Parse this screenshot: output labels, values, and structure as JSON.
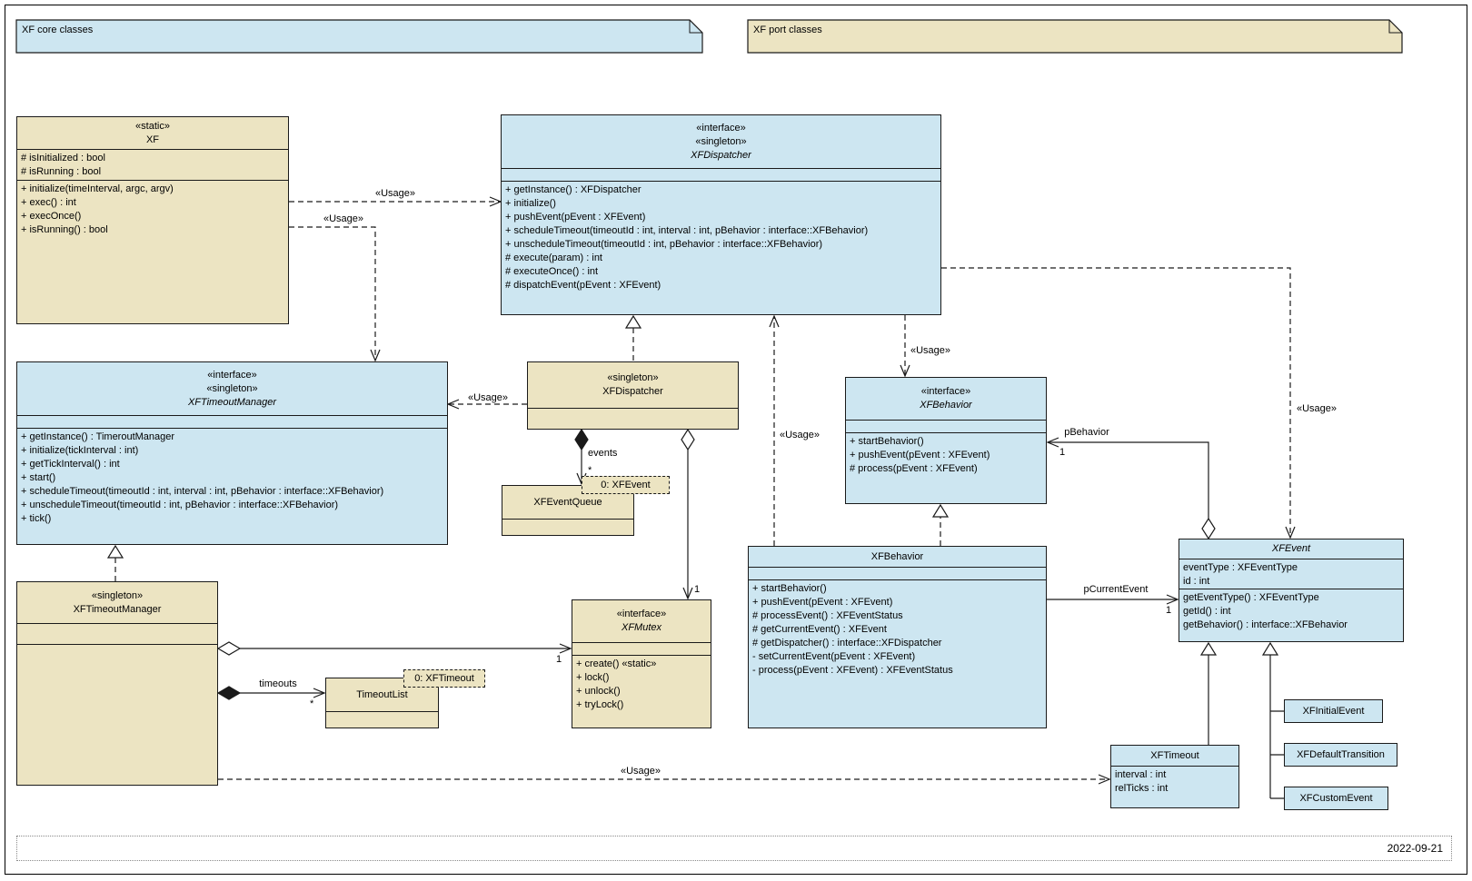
{
  "page": {
    "date": "2022-09-21"
  },
  "colors": {
    "core_fill": "#cde6f1",
    "port_fill": "#ece4c2",
    "line": "#1a1a1a"
  },
  "notes": {
    "core": {
      "label": "XF core classes"
    },
    "port": {
      "label": "XF port classes"
    },
    "event_object": {
      "label": "0: XFEvent"
    },
    "timeout_object": {
      "label": "0: XFTimeout"
    }
  },
  "classes": [
    {
      "id": "xf",
      "palette": "port",
      "stereotypes": [
        "«static»"
      ],
      "name": "XF",
      "abstract": false,
      "attributes": [
        "# isInitialized : bool",
        "# isRunning : bool"
      ],
      "methods": [
        "+ initialize(timeInterval, argc, argv)",
        "+ exec() : int",
        "+ execOnce()",
        "+ isRunning() : bool"
      ]
    },
    {
      "id": "xfdispatcher_if",
      "palette": "core",
      "stereotypes": [
        "«interface»",
        "«singleton»"
      ],
      "name": "XFDispatcher",
      "abstract": true,
      "attributes": [],
      "methods": [
        "+ getInstance() : XFDispatcher",
        "+ initialize()",
        "+ pushEvent(pEvent : XFEvent)",
        "+ scheduleTimeout(timeoutId : int, interval : int, pBehavior : interface::XFBehavior)",
        "+ unscheduleTimeout(timeoutId : int, pBehavior : interface::XFBehavior)",
        "# execute(param) : int",
        "# executeOnce() : int",
        "# dispatchEvent(pEvent : XFEvent)"
      ]
    },
    {
      "id": "xftimeoutmanager_if",
      "palette": "core",
      "stereotypes": [
        "«interface»",
        "«singleton»"
      ],
      "name": "XFTimeoutManager",
      "abstract": true,
      "attributes": [],
      "methods": [
        "+ getInstance() : TimeroutManager",
        "+ initialize(tickInterval : int)",
        "+ getTickInterval() : int",
        "+ start()",
        "+ scheduleTimeout(timeoutId : int, interval : int, pBehavior : interface::XFBehavior)",
        "+ unscheduleTimeout(timeoutId : int, pBehavior : interface::XFBehavior)",
        "+ tick()"
      ]
    },
    {
      "id": "xfdispatcher_impl",
      "palette": "port",
      "stereotypes": [
        "«singleton»"
      ],
      "name": "XFDispatcher",
      "abstract": false,
      "attributes": [],
      "methods": null
    },
    {
      "id": "xfeventqueue",
      "palette": "port",
      "stereotypes": [],
      "name": "XFEventQueue",
      "abstract": false,
      "attributes": [],
      "methods": null
    },
    {
      "id": "xfbehavior_if",
      "palette": "core",
      "stereotypes": [
        "«interface»"
      ],
      "name": "XFBehavior",
      "abstract": true,
      "attributes": [],
      "methods": [
        "+ startBehavior()",
        "+ pushEvent(pEvent : XFEvent)",
        "# process(pEvent : XFEvent)"
      ]
    },
    {
      "id": "xfbehavior_impl",
      "palette": "core",
      "stereotypes": [],
      "name": "XFBehavior",
      "abstract": false,
      "attributes": [],
      "methods": [
        "+ startBehavior()",
        "+ pushEvent(pEvent : XFEvent)",
        "# processEvent() : XFEventStatus",
        "# getCurrentEvent() : XFEvent",
        "# getDispatcher() : interface::XFDispatcher",
        "- setCurrentEvent(pEvent : XFEvent)",
        "- process(pEvent : XFEvent) : XFEventStatus"
      ]
    },
    {
      "id": "xfmutex",
      "palette": "port",
      "stereotypes": [
        "«interface»"
      ],
      "name": "XFMutex",
      "abstract": true,
      "attributes": [],
      "methods": [
        "+ create() «static»",
        "+ lock()",
        "+ unlock()",
        "+ tryLock()"
      ]
    },
    {
      "id": "xftimeoutmanager_impl",
      "palette": "port",
      "stereotypes": [
        "«singleton»"
      ],
      "name": "XFTimeoutManager",
      "abstract": false,
      "attributes": [],
      "methods": []
    },
    {
      "id": "timeoutlist",
      "palette": "port",
      "stereotypes": [],
      "name": "TimeoutList",
      "abstract": false,
      "attributes": [],
      "methods": null
    },
    {
      "id": "xfevent",
      "palette": "core",
      "stereotypes": [],
      "name": "XFEvent",
      "abstract": true,
      "attributes": [
        "eventType : XFEventType",
        "id : int"
      ],
      "methods": [
        "getEventType() : XFEventType",
        "getId() : int",
        "getBehavior() : interface::XFBehavior"
      ]
    },
    {
      "id": "xftimeout",
      "palette": "core",
      "stereotypes": [],
      "name": "XFTimeout",
      "abstract": false,
      "attributes": [
        "interval : int",
        "relTicks : int"
      ],
      "methods": null
    },
    {
      "id": "xfinitialevent",
      "palette": "core",
      "stereotypes": [],
      "name": "XFInitialEvent",
      "abstract": false,
      "attributes": null,
      "methods": null
    },
    {
      "id": "xfdefaulttransition",
      "palette": "core",
      "stereotypes": [],
      "name": "XFDefaultTransition",
      "abstract": false,
      "attributes": null,
      "methods": null
    },
    {
      "id": "xfcustomevent",
      "palette": "core",
      "stereotypes": [],
      "name": "XFCustomEvent",
      "abstract": false,
      "attributes": null,
      "methods": null
    }
  ],
  "relations": {
    "xf_uses_dispatcher": {
      "stereotype": "«Usage»"
    },
    "xf_uses_timeout_manager": {
      "stereotype": "«Usage»"
    },
    "dispatcher_uses_timeout_manager": {
      "stereotype": "«Usage»"
    },
    "dispatcher_events": {
      "role": "events",
      "multiplicity": "*"
    },
    "dispatcher_mutex": {
      "multiplicity": "1"
    },
    "behavior_uses_dispatcher": {
      "stereotype": "«Usage»"
    },
    "dispatcher_uses_behavior": {
      "stereotype": "«Usage»"
    },
    "dispatcher_uses_event": {
      "stereotype": "«Usage»"
    },
    "event_pbehavior": {
      "role": "pBehavior",
      "multiplicity": "1"
    },
    "behavior_pcurrentevent": {
      "role": "pCurrentEvent",
      "multiplicity": "1"
    },
    "timeout_manager_mutex": {
      "multiplicity": "1"
    },
    "timeout_manager_timeouts": {
      "role": "timeouts",
      "multiplicity": "*"
    },
    "timeout_manager_uses_timeout": {
      "stereotype": "«Usage»"
    }
  }
}
